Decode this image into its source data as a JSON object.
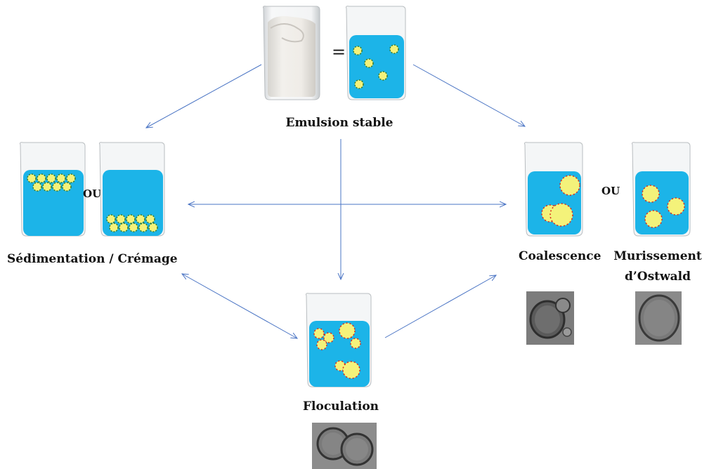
{
  "labels": {
    "stable": "Emulsion stable",
    "equals": "=",
    "ou_left": "OU",
    "ou_right": "OU",
    "sedimentation": "Sédimentation / Crémage",
    "coalescence": "Coalescence",
    "ostwald_line1": "Murissement",
    "ostwald_line2": "d’Ostwald",
    "floculation": "Floculation"
  },
  "colors": {
    "water": "#1cb4e8",
    "droplet": "#f4f27a",
    "arrow": "#4a74c4",
    "surfactant_head": "#d8261c"
  },
  "icons": {
    "beaker": "glass-beaker-icon",
    "yogurt": "yogurt-beaker-icon",
    "droplet": "surfactant-droplet-icon",
    "photo": "micrograph-photo"
  }
}
